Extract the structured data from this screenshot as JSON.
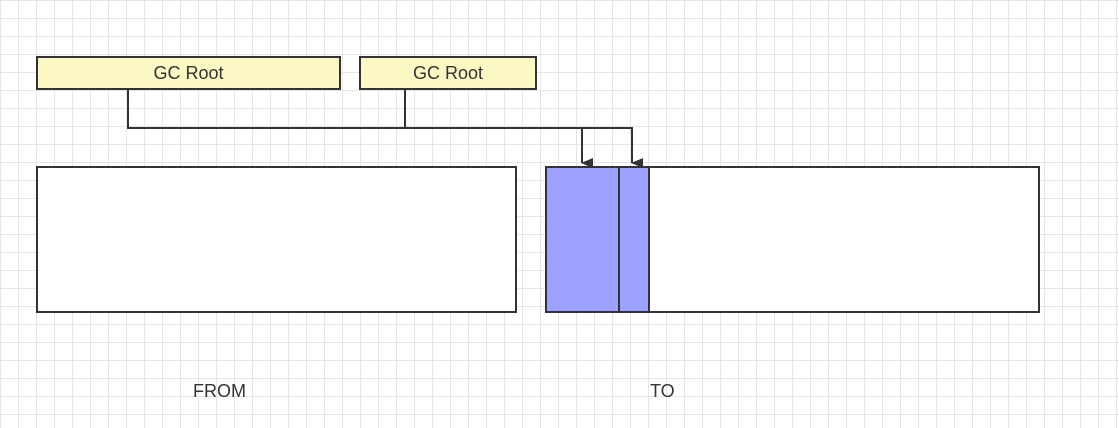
{
  "roots": [
    {
      "label": "GC Root"
    },
    {
      "label": "GC Root"
    }
  ],
  "spaces": {
    "from": {
      "label": "FROM"
    },
    "to": {
      "label": "TO"
    }
  },
  "colors": {
    "root_fill": "#fcf8c4",
    "copied_object_fill": "#9ea2ff",
    "stroke": "#333333",
    "grid": "#e6e6e6"
  }
}
